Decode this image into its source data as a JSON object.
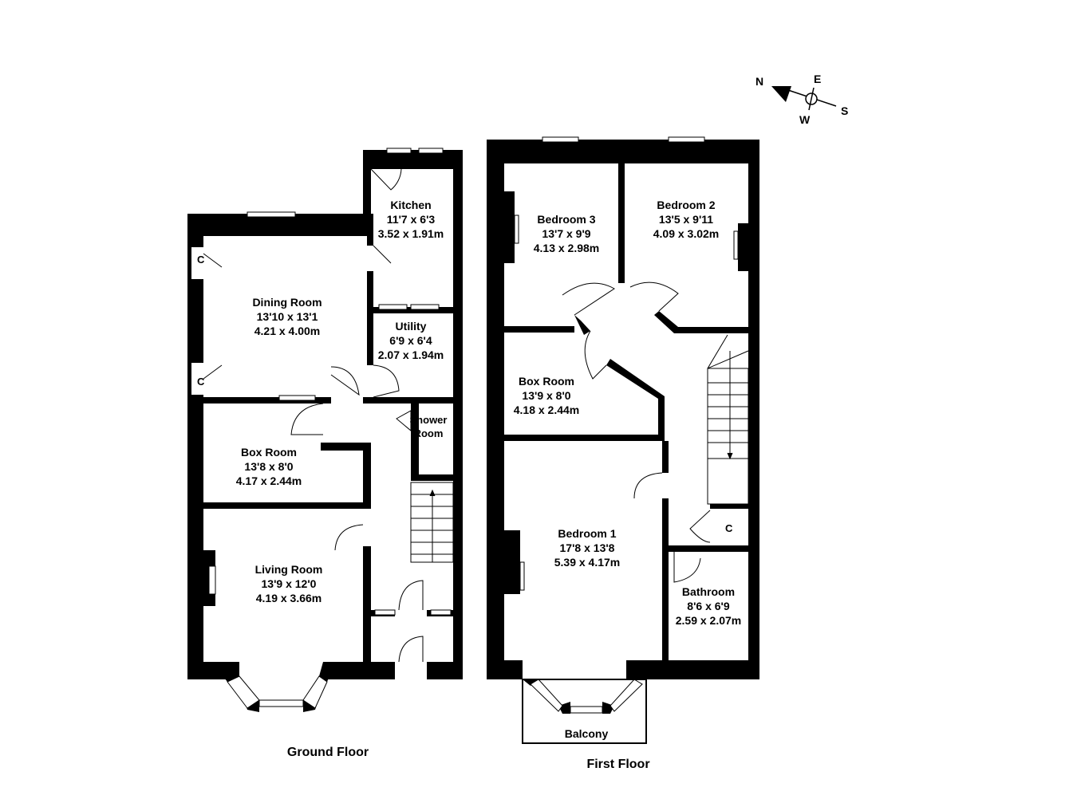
{
  "floors": [
    {
      "title": "Ground Floor",
      "rooms": [
        {
          "name": "Kitchen",
          "imperial": "11'7 x 6'3",
          "metric": "3.52 x 1.91m"
        },
        {
          "name": "Dining Room",
          "imperial": "13'10 x 13'1",
          "metric": "4.21 x 4.00m"
        },
        {
          "name": "Utility",
          "imperial": "6'9 x 6'4",
          "metric": "2.07 x 1.94m"
        },
        {
          "name": "Box Room",
          "imperial": "13'8 x 8'0",
          "metric": "4.17 x 2.44m"
        },
        {
          "name": "Living Room",
          "imperial": "13'9 x 12'0",
          "metric": "4.19 x 3.66m"
        }
      ],
      "shower": [
        "Shower",
        "Room"
      ],
      "cupboards": [
        "C",
        "C"
      ]
    },
    {
      "title": "First Floor",
      "rooms": [
        {
          "name": "Bedroom 3",
          "imperial": "13'7 x 9'9",
          "metric": "4.13 x 2.98m"
        },
        {
          "name": "Bedroom 2",
          "imperial": "13'5 x 9'11",
          "metric": "4.09 x 3.02m"
        },
        {
          "name": "Box Room",
          "imperial": "13'9 x 8'0",
          "metric": "4.18 x 2.44m"
        },
        {
          "name": "Bedroom 1",
          "imperial": "17'8 x 13'8",
          "metric": "5.39 x 4.17m"
        },
        {
          "name": "Bathroom",
          "imperial": "8'6 x 6'9",
          "metric": "2.59 x 2.07m"
        }
      ],
      "balcony": "Balcony",
      "cupboards": [
        "C"
      ]
    }
  ],
  "compass": {
    "n": "N",
    "e": "E",
    "s": "S",
    "w": "W"
  }
}
